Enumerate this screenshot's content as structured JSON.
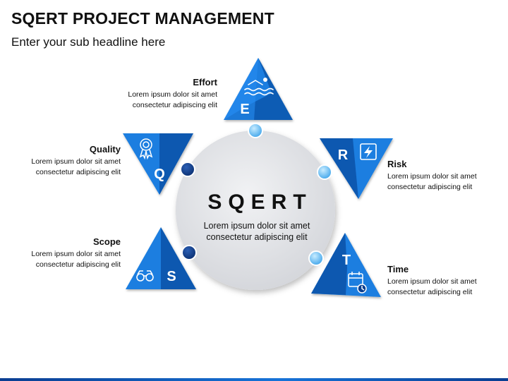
{
  "slide": {
    "title": "SQERT PROJECT MANAGEMENT",
    "subtitle": "Enter your sub headline here"
  },
  "center": {
    "title": "SQERT",
    "text_line1": "Lorem ipsum dolor sit amet",
    "text_line2": "consectetur adipiscing elit"
  },
  "items": [
    {
      "letter": "E",
      "heading": "Effort",
      "line1": "Lorem ipsum dolor sit amet",
      "line2": "consectetur adipiscing elit",
      "icon": "swimmer-icon"
    },
    {
      "letter": "R",
      "heading": "Risk",
      "line1": "Lorem ipsum dolor sit amet",
      "line2": "consectetur adipiscing elit",
      "icon": "lightning-icon"
    },
    {
      "letter": "T",
      "heading": "Time",
      "line1": "Lorem ipsum dolor sit amet",
      "line2": "consectetur adipiscing elit",
      "icon": "calendar-clock-icon"
    },
    {
      "letter": "S",
      "heading": "Scope",
      "line1": "Lorem ipsum dolor sit amet",
      "line2": "consectetur adipiscing elit",
      "icon": "binoculars-icon"
    },
    {
      "letter": "Q",
      "heading": "Quality",
      "line1": "Lorem ipsum dolor sit amet",
      "line2": "consectetur adipiscing elit",
      "icon": "award-ribbon-icon"
    }
  ],
  "colors": {
    "triangle_light": "#1a7ee0",
    "triangle_dark": "#0b3f8f",
    "dot_dark": "#0d3b85",
    "dot_light": "#8fd0ff",
    "circle_fill": "#e3e4e7"
  }
}
